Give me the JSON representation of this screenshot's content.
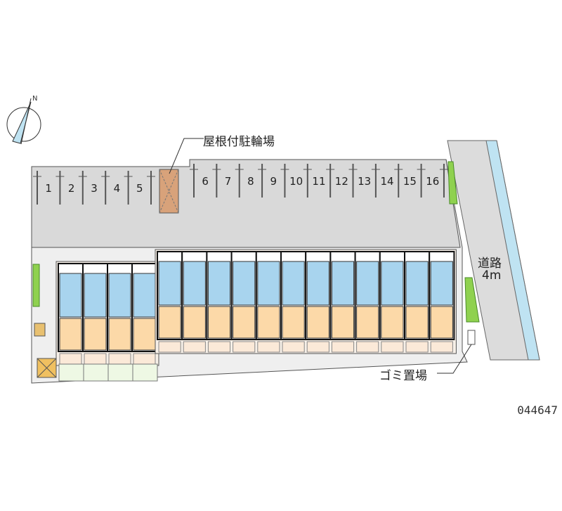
{
  "labels": {
    "bicycle_parking": "屋根付駐輪場",
    "garbage": "ゴミ置場",
    "road_name": "道路",
    "road_width": "4m"
  },
  "parking_numbers_left": [
    "1",
    "2",
    "3",
    "4",
    "5"
  ],
  "parking_numbers_right": [
    "6",
    "7",
    "8",
    "9",
    "10",
    "11",
    "12",
    "13",
    "14",
    "15",
    "16"
  ],
  "property_code": "044647",
  "units": {
    "lower_row": 4,
    "upper_row": 12
  },
  "colors": {
    "lot": "#d9d9d9",
    "water": "#bfe3f2",
    "unit_room": "#fcd9a8",
    "unit_wet": "#a8d4ee",
    "bike": "#d8a27a",
    "green": "#8fd14f"
  }
}
